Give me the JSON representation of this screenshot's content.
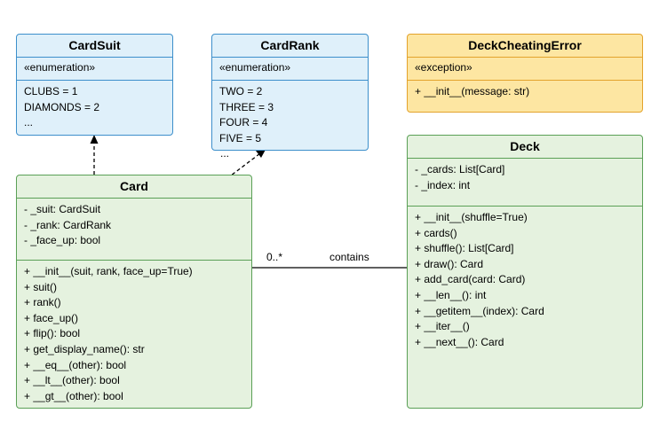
{
  "classes": {
    "cardsuit": {
      "name": "CardSuit",
      "stereotype": "«enumeration»",
      "values": [
        "CLUBS = 1",
        "DIAMONDS = 2",
        "..."
      ]
    },
    "cardrank": {
      "name": "CardRank",
      "stereotype": "«enumeration»",
      "values": [
        "TWO = 2",
        "THREE = 3",
        "FOUR = 4",
        "FIVE = 5",
        "..."
      ]
    },
    "deckcheatingerror": {
      "name": "DeckCheatingError",
      "stereotype": "«exception»",
      "methods": [
        "+ __init__(message: str)"
      ]
    },
    "card": {
      "name": "Card",
      "attributes": [
        "- _suit: CardSuit",
        "- _rank: CardRank",
        "- _face_up: bool"
      ],
      "methods": [
        "+ __init__(suit, rank, face_up=True)",
        "+ suit()",
        "+ rank()",
        "+ face_up()",
        "+ flip(): bool",
        "+ get_display_name(): str",
        "+ __eq__(other): bool",
        "+ __lt__(other): bool",
        "+ __gt__(other): bool"
      ]
    },
    "deck": {
      "name": "Deck",
      "attributes": [
        "- _cards: List[Card]",
        "- _index: int"
      ],
      "methods": [
        "+ __init__(shuffle=True)",
        "+ cards()",
        "+ shuffle(): List[Card]",
        "+ draw(): Card",
        "+ add_card(card: Card)",
        "+ __len__(): int",
        "+ __getitem__(index): Card",
        "+ __iter__()",
        "+ __next__(): Card"
      ]
    }
  },
  "relations": {
    "card_deck": {
      "multiplicity": "0..*",
      "label": "contains"
    }
  },
  "colors": {
    "enum_fill": "#dff0fa",
    "enum_border": "#3d8fcb",
    "exception_fill": "#fde6a2",
    "exception_border": "#e3a32c",
    "class_fill": "#e5f2df",
    "class_border": "#5aa056",
    "line": "#000000"
  }
}
